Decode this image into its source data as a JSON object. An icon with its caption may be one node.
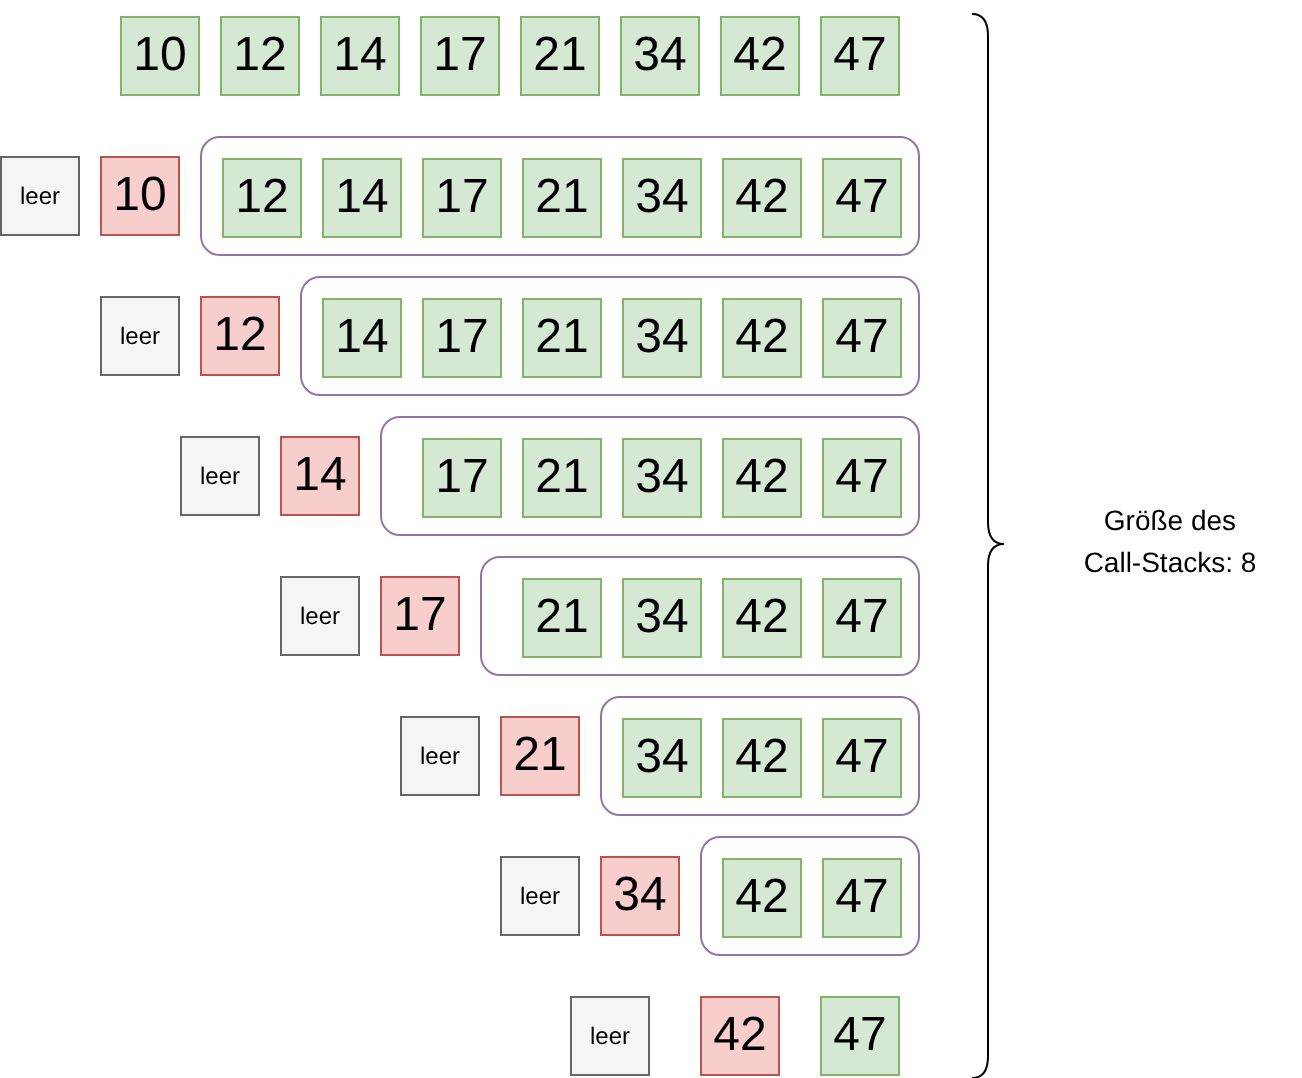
{
  "diagram": {
    "nodes": [
      {
        "text": [
          "10"
        ]
      },
      {
        "text": [
          "12"
        ]
      },
      {
        "text": [
          "14"
        ]
      },
      {
        "text": [
          "17"
        ]
      },
      {
        "text": [
          "21"
        ]
      },
      {
        "text": [
          "34"
        ]
      },
      {
        "text": [
          "42"
        ]
      },
      {
        "text": [
          "47"
        ]
      },
      {
        "text": [
          "leer"
        ]
      },
      {
        "text": [
          "10"
        ]
      },
      {
        "text": [],
        "shape": "box"
      },
      {
        "text": [
          "12"
        ],
        "in": 10
      },
      {
        "text": [
          "14"
        ],
        "in": 10
      },
      {
        "text": [
          "17"
        ],
        "in": 10
      },
      {
        "text": [
          "21"
        ],
        "in": 10
      },
      {
        "text": [
          "34"
        ],
        "in": 10
      },
      {
        "text": [
          "42"
        ],
        "in": 10
      },
      {
        "text": [
          "47"
        ],
        "in": 10
      },
      {
        "text": [
          "leer"
        ]
      },
      {
        "text": [
          "12"
        ]
      },
      {
        "text": [],
        "shape": "box"
      },
      {
        "text": [
          "14"
        ],
        "in": 20
      },
      {
        "text": [
          "17"
        ],
        "in": 20
      },
      {
        "text": [
          "21"
        ],
        "in": 20
      },
      {
        "text": [
          "34"
        ],
        "in": 20
      },
      {
        "text": [
          "42"
        ],
        "in": 20
      },
      {
        "text": [
          "47"
        ],
        "in": 20
      },
      {
        "text": [
          "leer"
        ]
      },
      {
        "text": [
          "14"
        ]
      },
      {
        "text": [],
        "shape": "box"
      },
      {
        "text": [
          "17"
        ],
        "in": 29
      },
      {
        "text": [
          "21"
        ],
        "in": 29
      },
      {
        "text": [
          "34"
        ],
        "in": 29
      },
      {
        "text": [
          "42"
        ],
        "in": 29
      },
      {
        "text": [
          "47"
        ],
        "in": 29
      },
      {
        "text": [
          "leer"
        ]
      },
      {
        "text": [
          "17"
        ]
      },
      {
        "text": [],
        "shape": "box"
      },
      {
        "text": [
          "21"
        ],
        "in": 37
      },
      {
        "text": [
          "34"
        ],
        "in": 37
      },
      {
        "text": [
          "42"
        ],
        "in": 37
      },
      {
        "text": [
          "47"
        ],
        "in": 37
      },
      {
        "text": [
          "leer"
        ]
      },
      {
        "text": [
          "21"
        ]
      },
      {
        "text": [],
        "shape": "box"
      },
      {
        "text": [
          "34"
        ],
        "in": 44
      },
      {
        "text": [
          "42"
        ],
        "in": 44
      },
      {
        "text": [
          "47"
        ],
        "in": 44
      },
      {
        "text": [
          "leer"
        ]
      },
      {
        "text": [
          "34"
        ]
      },
      {
        "text": [],
        "shape": "box"
      },
      {
        "text": [
          "42"
        ],
        "in": 50
      },
      {
        "text": [
          "47"
        ],
        "in": 50
      },
      {
        "text": [
          "leer"
        ]
      },
      {
        "text": [
          "42"
        ]
      },
      {
        "text": [
          "47"
        ]
      }
    ],
    "labels": [
      "Größe des Call-Stacks: 8"
    ]
  }
}
